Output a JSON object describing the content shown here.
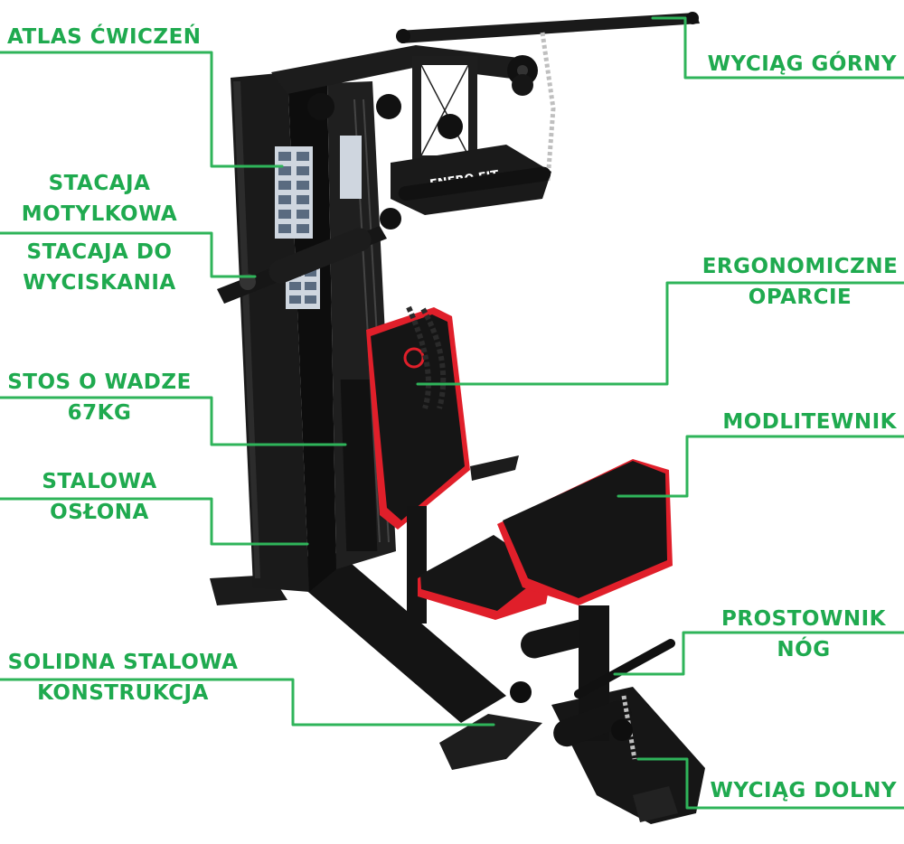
{
  "colors": {
    "label": "#1faa4f",
    "leader": "#2fb45a",
    "frame": "#151515",
    "accent": "#e01f2a"
  },
  "labels": {
    "atlas": "ATLAS ĆWICZEŃ",
    "butterfly": [
      "STACAJA",
      "MOTYLKOWA"
    ],
    "press": [
      "STACAJA DO",
      "WYCISKANIA"
    ],
    "stack": [
      "STOS O WADZE",
      "67KG"
    ],
    "shroud": [
      "STALOWA",
      "OSŁONA"
    ],
    "frame": [
      "SOLIDNA STALOWA",
      "KONSTRUKCJA"
    ],
    "upper_pulley": "WYCIĄG GÓRNY",
    "backrest": [
      "ERGONOMICZNE",
      "OPARCIE"
    ],
    "preacher": "MODLITEWNIK",
    "leg_ext": [
      "PROSTOWNIK",
      "NÓG"
    ],
    "lower_pulley": "WYCIĄG DOLNY"
  },
  "brand": {
    "logo": "ENERO FIT"
  }
}
